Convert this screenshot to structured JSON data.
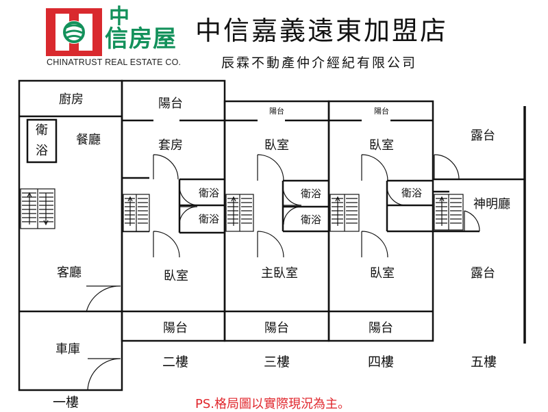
{
  "brand": {
    "name_cn_line1": "中",
    "name_cn_line2": "信房屋",
    "name_en": "CHINATRUST REAL ESTATE CO.",
    "color_red": "#d9292e",
    "color_green": "#13915b"
  },
  "header": {
    "title": "中信嘉義遠東加盟店",
    "subtitle": "辰霖不動產仲介經紀有限公司"
  },
  "floors": {
    "f1": {
      "label": "一樓",
      "rooms": {
        "kitchen": "廚房",
        "bath": "衛浴",
        "dining": "餐廳",
        "living": "客廳",
        "garage": "車庫"
      }
    },
    "f2": {
      "label": "二樓",
      "rooms": {
        "balcony_top": "陽台",
        "suite": "套房",
        "bath1": "衛浴",
        "bath2": "衛浴",
        "bedroom": "臥室",
        "balcony_bottom": "陽台"
      }
    },
    "f3": {
      "label": "三樓",
      "rooms": {
        "balcony_top": "陽台",
        "bedroom": "臥室",
        "bath1": "衛浴",
        "bath2": "衛浴",
        "master": "主臥室",
        "balcony_bottom": "陽台"
      }
    },
    "f4": {
      "label": "四樓",
      "rooms": {
        "balcony_top": "陽台",
        "bedroom_top": "臥室",
        "bath": "衛浴",
        "bedroom_bottom": "臥室",
        "balcony_bottom": "陽台"
      }
    },
    "f5": {
      "label": "五樓",
      "rooms": {
        "terrace_top": "露台",
        "shrine": "神明廳",
        "terrace_bottom": "露台"
      }
    }
  },
  "footnote": "PS.格局圖以實際現況為主。"
}
